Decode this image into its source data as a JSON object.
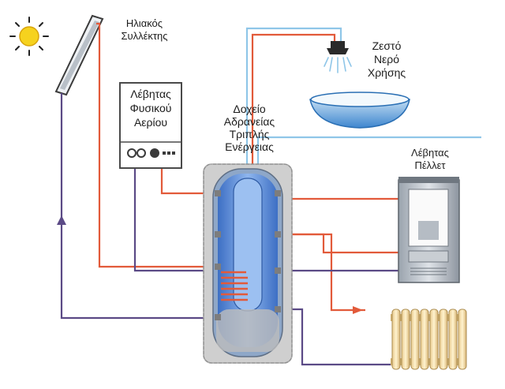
{
  "labels": {
    "solar_collector": [
      "Ηλιακός",
      "Συλλέκτης"
    ],
    "gas_boiler": [
      "Λέβητας",
      "Φυσικού",
      "Αερίου"
    ],
    "tank": [
      "Δοχείο",
      "Αδρανείας",
      "Τριπλής",
      "Ενέργειας"
    ],
    "hot_water": [
      "Ζεστό",
      "Νερό",
      "Χρήσης"
    ],
    "pellet_boiler": [
      "Λέβητας",
      "Πέλλετ"
    ]
  },
  "colors": {
    "hot_pipe": "#e25a3a",
    "return_pipe": "#5b4a86",
    "cold_pipe": "#8fc6e8",
    "tank_water": "#5f8fd9",
    "insulation": "#c9c9c9",
    "sun": "#f6d21e",
    "text": "#1c1c1c"
  },
  "icons": [
    "sun-icon",
    "solar-panel-icon",
    "shower-icon",
    "basin-icon",
    "pellet-stove-icon",
    "radiator-icon",
    "flow-arrow-icon"
  ]
}
